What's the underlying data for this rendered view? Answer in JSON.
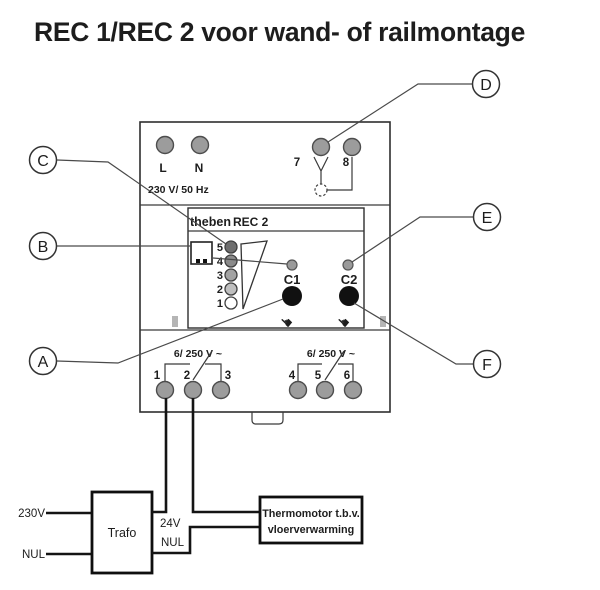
{
  "title": "REC 1/REC 2 voor wand- of railmontage",
  "device": {
    "brand": "theben",
    "model": "REC 2",
    "mains_rating": "230 V/ 50 Hz",
    "terminal_l": "L",
    "terminal_n": "N",
    "terminal_7": "7",
    "terminal_8": "8",
    "led_numbers": [
      "5",
      "4",
      "3",
      "2",
      "1"
    ],
    "led_colors": [
      "#6e6e6e",
      "#8a8a8a",
      "#a3a3a3",
      "#bfbfbf",
      "#ffffff"
    ],
    "channel_1": "C1",
    "channel_2": "C2",
    "relay_rating_left": "6/ 250 V ~",
    "relay_rating_right": "6/ 250 V ~",
    "terminal_numbers": [
      "1",
      "2",
      "3",
      "4",
      "5",
      "6"
    ]
  },
  "callouts": {
    "a": "A",
    "b": "B",
    "c": "C",
    "d": "D",
    "e": "E",
    "f": "F"
  },
  "wiring": {
    "mains_live": "230V",
    "mains_neutral": "NUL",
    "transformer": "Trafo",
    "output_voltage": "24V",
    "output_neutral": "NUL",
    "actuator_line1": "Thermomotor t.b.v.",
    "actuator_line2": "vloerverwarming"
  },
  "icons": {
    "press_hand_icon": "☛"
  },
  "colors": {
    "terminal_fill": "#9c9c9c",
    "button_fill": "#111111",
    "led_ring": "#3f3f3f"
  }
}
